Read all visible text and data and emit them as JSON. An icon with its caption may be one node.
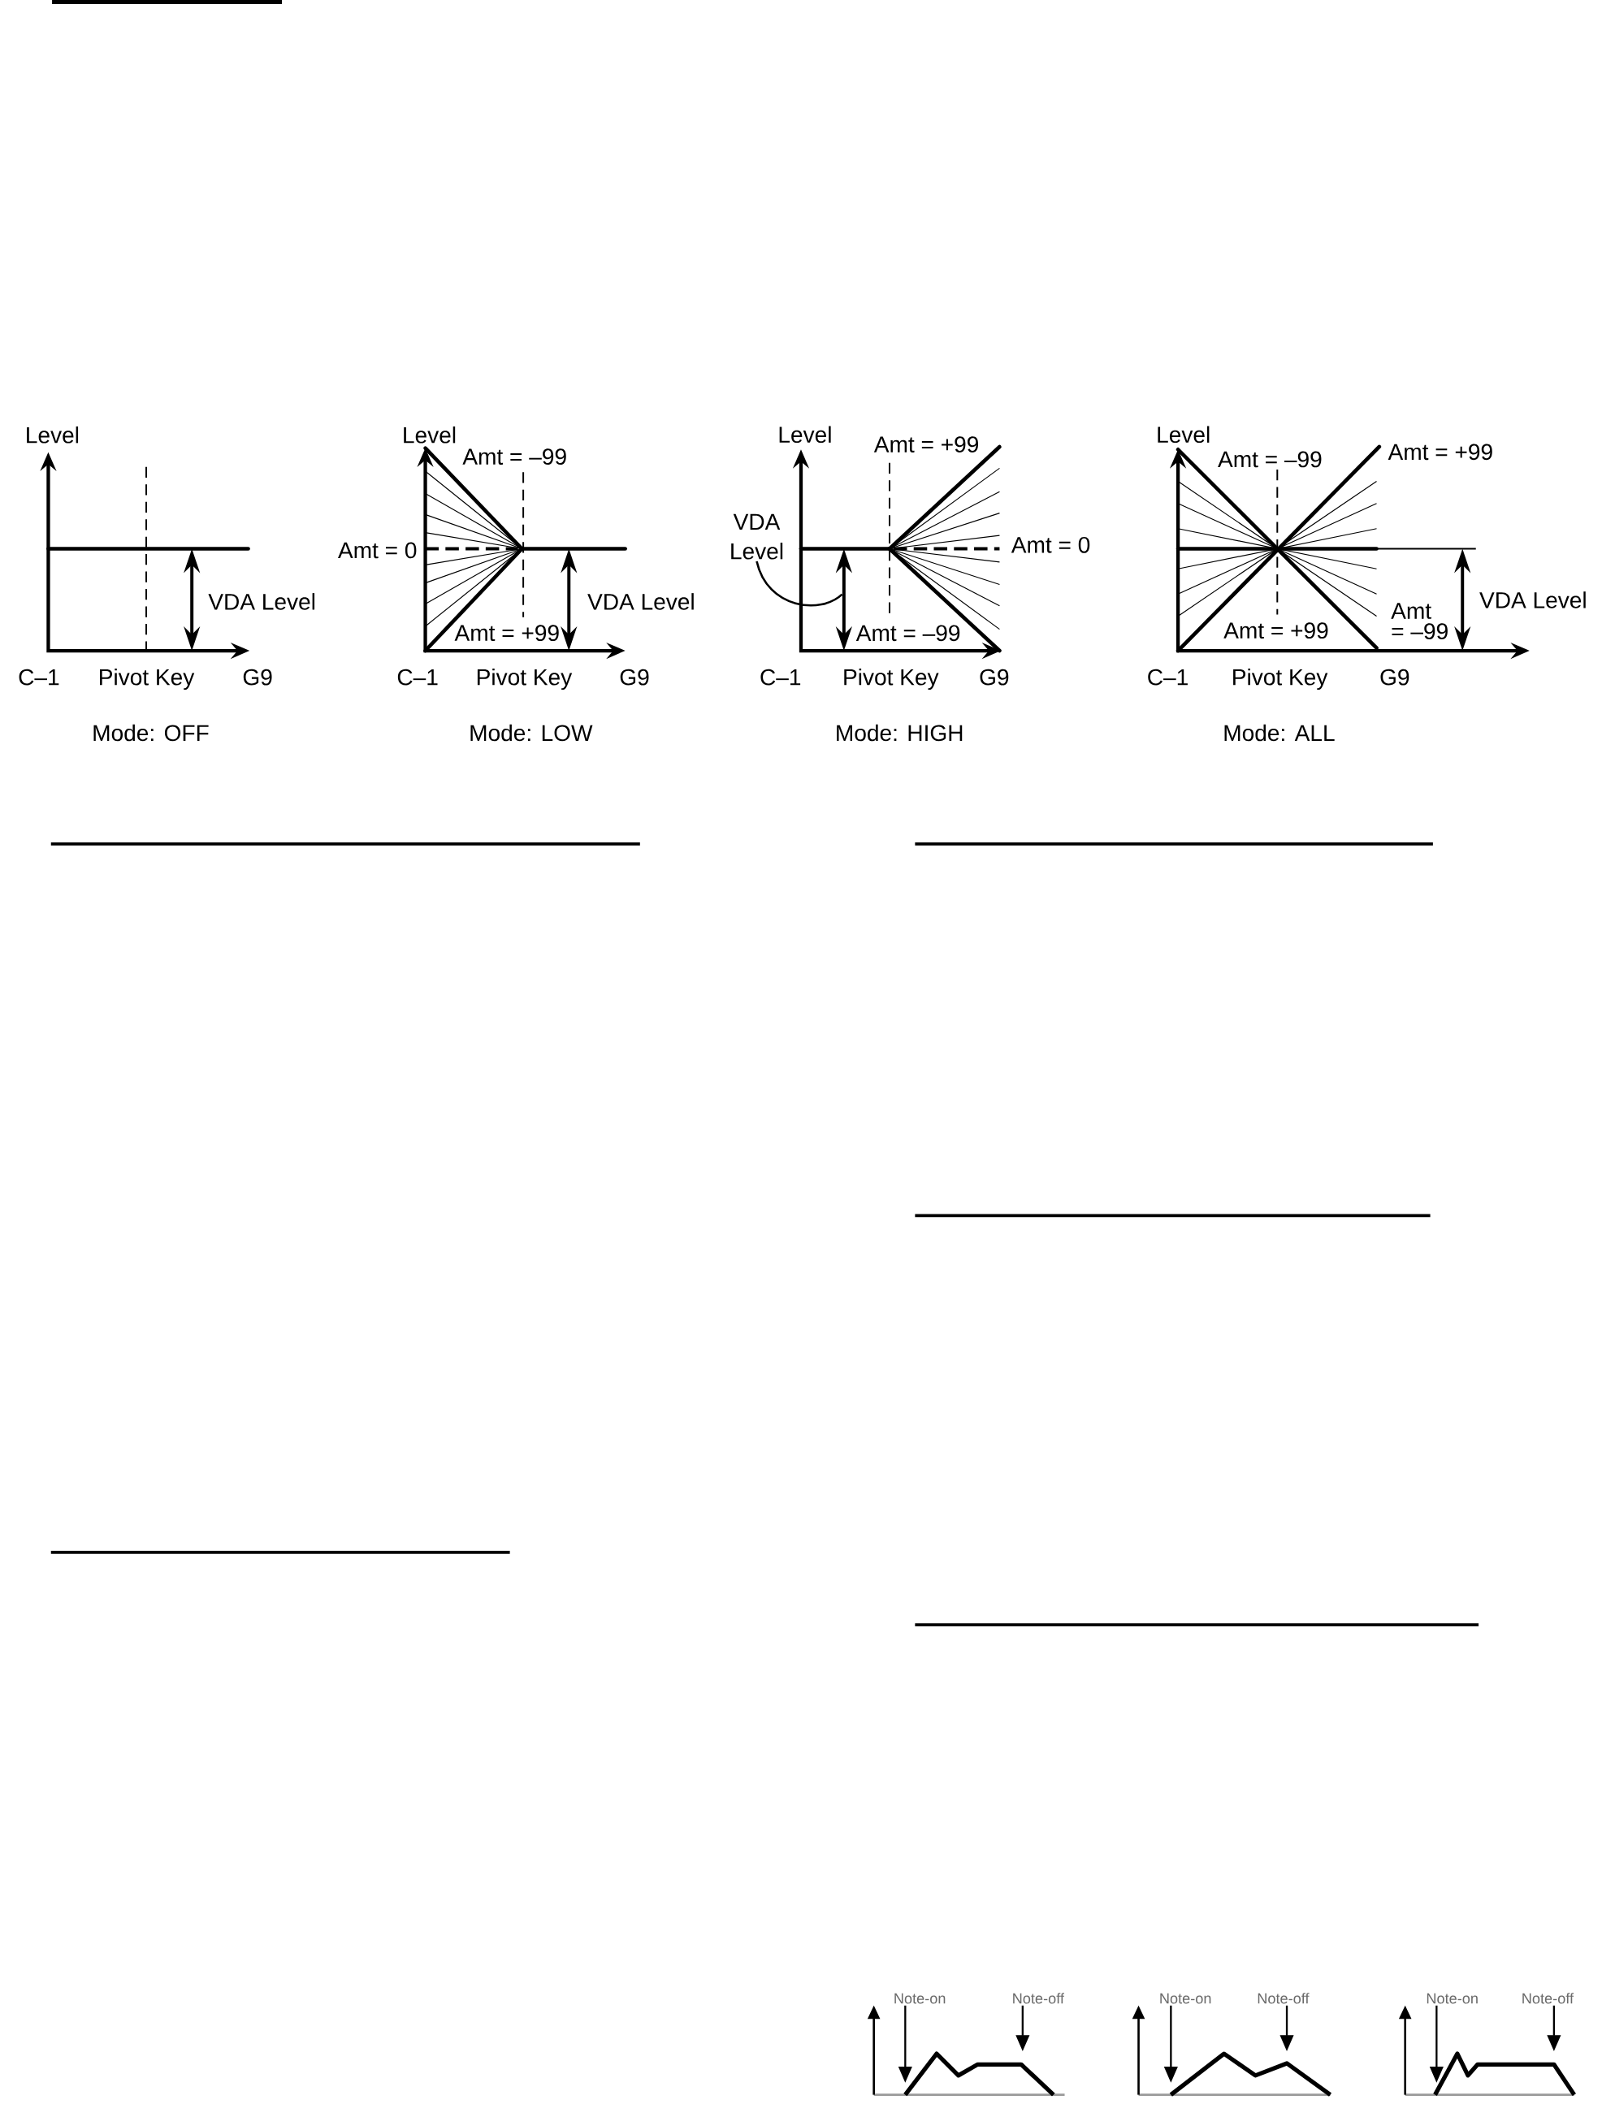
{
  "diagram": {
    "nodes": [
      {
        "text": [
          "VDA Level"
        ]
      },
      {
        "text": [
          "Note-on"
        ]
      },
      {
        "text": [
          "Note-off"
        ]
      },
      {
        "text": [
          "Note-on"
        ]
      },
      {
        "text": [
          "Note-off"
        ]
      },
      {
        "text": [
          "Note-on"
        ]
      },
      {
        "text": [
          "Note-off"
        ]
      }
    ],
    "edges": [
      {
        "from": 0,
        "to": null,
        "arrow": "none"
      },
      {
        "from": 1,
        "to": null,
        "arrow": "to"
      },
      {
        "from": 2,
        "to": null,
        "arrow": "to"
      },
      {
        "from": 3,
        "to": null,
        "arrow": "to"
      },
      {
        "from": 4,
        "to": null,
        "arrow": "to"
      },
      {
        "from": 5,
        "to": null,
        "arrow": "to"
      },
      {
        "from": 6,
        "to": null,
        "arrow": "to"
      }
    ],
    "labels": [
      "Level",
      "VDA Level",
      "C–1",
      "Pivot Key",
      "G9",
      "Mode: OFF",
      "Level",
      "Amt = –99",
      "Amt = 0",
      "VDA Level",
      "Amt = +99",
      "C–1",
      "Pivot Key",
      "G9",
      "Mode: LOW",
      "Level",
      "Amt = +99",
      "Amt = 0",
      "Amt = –99",
      "C–1",
      "Pivot Key",
      "G9",
      "Mode: HIGH",
      "Level",
      "Amt = –99",
      "Amt = +99",
      "VDA Level",
      "Amt = –99",
      "Amt = +99",
      "C–1",
      "Pivot Key",
      "G9",
      "Mode: ALL"
    ]
  }
}
